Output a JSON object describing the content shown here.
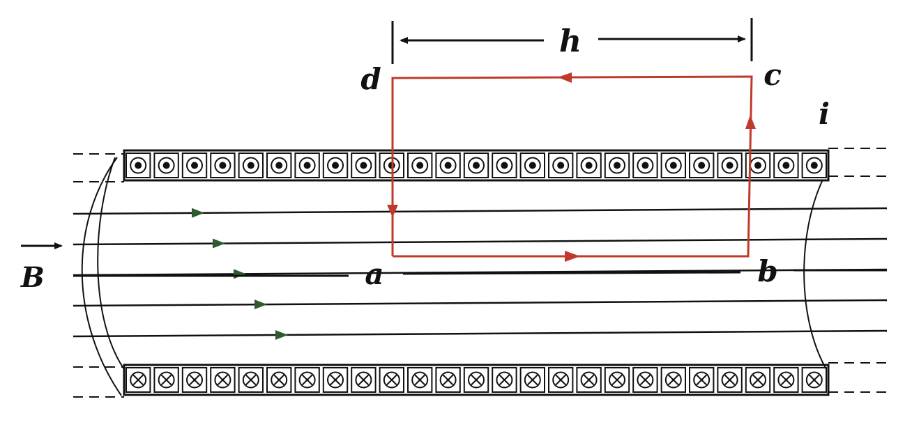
{
  "labels": {
    "a": "a",
    "b": "b",
    "c": "c",
    "d": "d",
    "h": "h",
    "i": "i",
    "B": "B"
  },
  "solenoid": {
    "turns_per_row": 25,
    "top_row_symbol": "current-out-dot",
    "bottom_row_symbol": "current-in-cross"
  },
  "field_lines": {
    "count": 5
  },
  "colors": {
    "ink": "#111111",
    "loop": "#c0392b",
    "field_arrow": "#2e5a2e"
  }
}
